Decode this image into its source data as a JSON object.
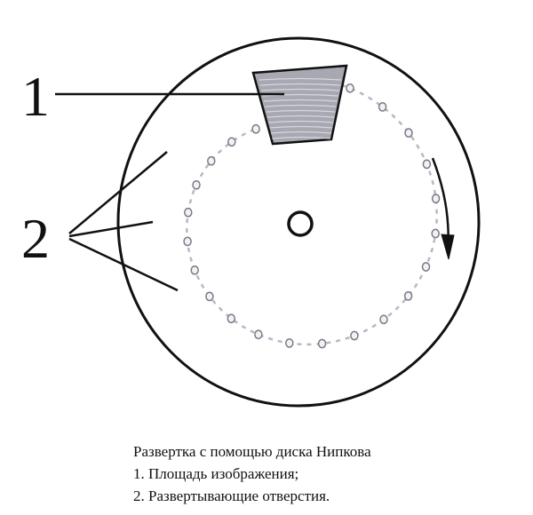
{
  "diagram": {
    "callouts": [
      {
        "label": "1",
        "refers_to": "image_area"
      },
      {
        "label": "2",
        "refers_to": "scanning_holes"
      }
    ],
    "hole_count": 24,
    "rotation_direction": "clockwise",
    "colors": {
      "stroke": "#111111",
      "image_area_fill": "#a8a8b2",
      "image_area_lines": "#d6d6de",
      "hole_stroke": "#7a7a86",
      "hole_fill": "#f2f2f6",
      "spiral_dash": "#b8b8c4",
      "disk_outline": "#111111"
    }
  },
  "caption": {
    "title": "Развертка с помощью диска Нипкова",
    "item1": "1. Площадь изображения;",
    "item2": "2. Развертывающие отверстия."
  }
}
